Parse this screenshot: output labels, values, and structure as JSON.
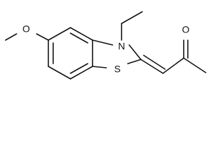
{
  "molecule": {
    "atoms": {
      "n": "N",
      "s": "S",
      "o_methoxy": "O",
      "o_carbonyl": "O"
    }
  }
}
